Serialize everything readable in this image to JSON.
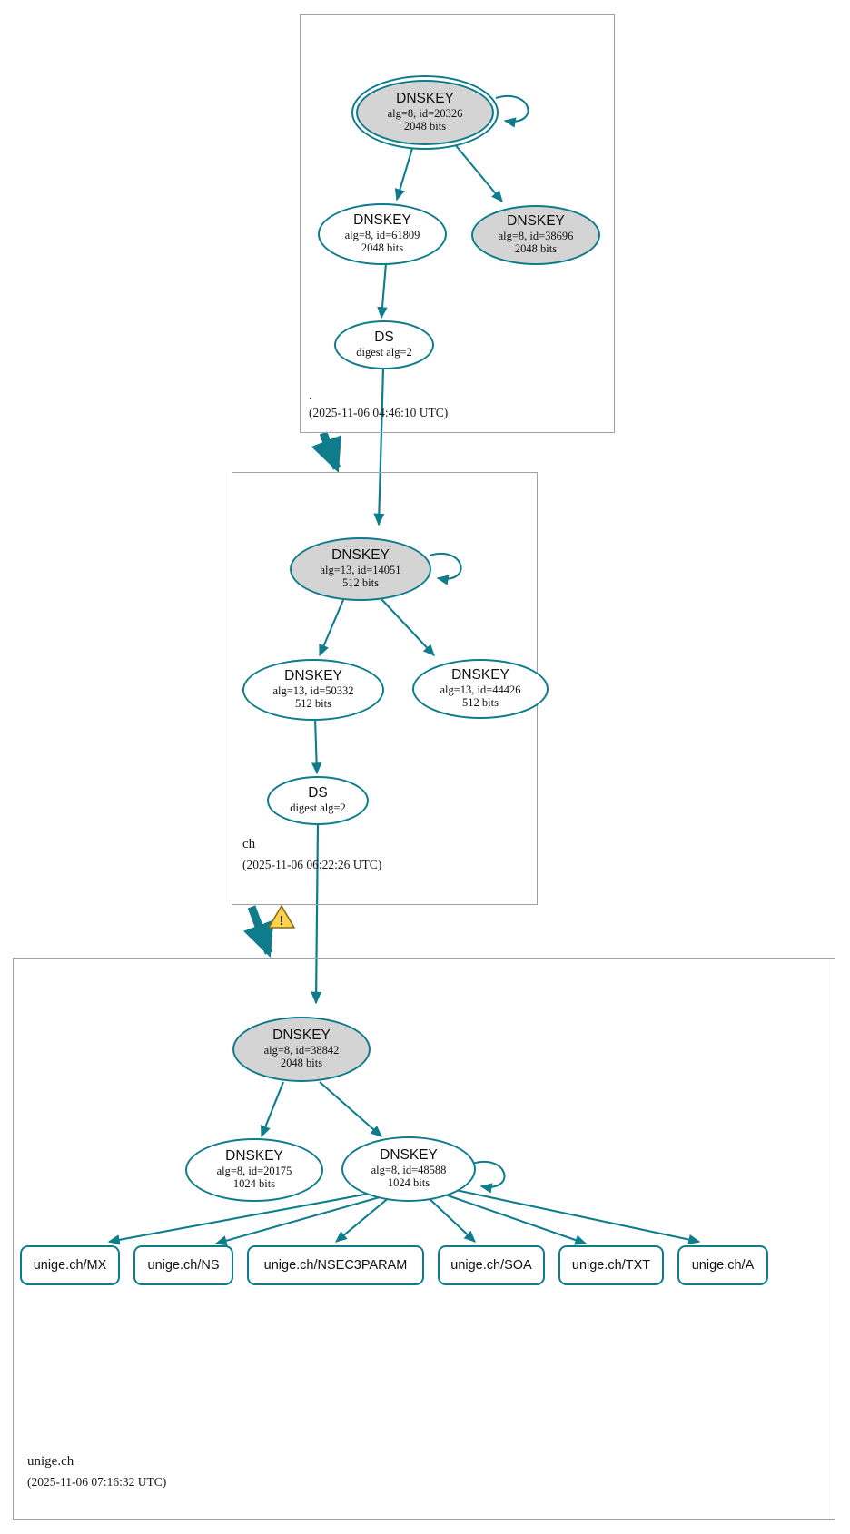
{
  "diagram": {
    "kind": "dnssec-authentication-chain",
    "colors": {
      "edge": "#0f7c8c",
      "node_border": "#0f7c8c",
      "node_fill_secure": "#d4d4d4",
      "node_fill_plain": "#ffffff",
      "zone_border": "#a0a0a0",
      "warning_fill": "#ffd24d",
      "warning_border": "#b8860b",
      "text": "#111111"
    }
  },
  "zones": [
    {
      "id": "root",
      "label": ".",
      "timestamp": "(2025-11-06 04:46:10 UTC)",
      "nodes": [
        {
          "id": "root-ksk-20326",
          "type": "DNSKEY",
          "title": "DNSKEY",
          "params": "alg=8, id=20326",
          "size": "2048 bits",
          "fill": "secure",
          "trust_anchor": true,
          "self_signed": true
        },
        {
          "id": "root-zsk-61809",
          "type": "DNSKEY",
          "title": "DNSKEY",
          "params": "alg=8, id=61809",
          "size": "2048 bits",
          "fill": "plain",
          "trust_anchor": false,
          "self_signed": false
        },
        {
          "id": "root-key-38696",
          "type": "DNSKEY",
          "title": "DNSKEY",
          "params": "alg=8, id=38696",
          "size": "2048 bits",
          "fill": "secure",
          "trust_anchor": false,
          "self_signed": false
        },
        {
          "id": "root-ds",
          "type": "DS",
          "title": "DS",
          "params": "digest alg=2",
          "size": "",
          "fill": "plain",
          "trust_anchor": false,
          "self_signed": false
        }
      ]
    },
    {
      "id": "ch",
      "label": "ch",
      "timestamp": "(2025-11-06 06:22:26 UTC)",
      "nodes": [
        {
          "id": "ch-ksk-14051",
          "type": "DNSKEY",
          "title": "DNSKEY",
          "params": "alg=13, id=14051",
          "size": "512 bits",
          "fill": "secure",
          "trust_anchor": false,
          "self_signed": true
        },
        {
          "id": "ch-zsk-50332",
          "type": "DNSKEY",
          "title": "DNSKEY",
          "params": "alg=13, id=50332",
          "size": "512 bits",
          "fill": "plain",
          "trust_anchor": false,
          "self_signed": false
        },
        {
          "id": "ch-zsk-44426",
          "type": "DNSKEY",
          "title": "DNSKEY",
          "params": "alg=13, id=44426",
          "size": "512 bits",
          "fill": "plain",
          "trust_anchor": false,
          "self_signed": false
        },
        {
          "id": "ch-ds",
          "type": "DS",
          "title": "DS",
          "params": "digest alg=2",
          "size": "",
          "fill": "plain",
          "trust_anchor": false,
          "self_signed": false
        }
      ]
    },
    {
      "id": "unige",
      "label": "unige.ch",
      "timestamp": "(2025-11-06 07:16:32 UTC)",
      "nodes": [
        {
          "id": "unige-ksk-38842",
          "type": "DNSKEY",
          "title": "DNSKEY",
          "params": "alg=8, id=38842",
          "size": "2048 bits",
          "fill": "secure",
          "trust_anchor": false,
          "self_signed": true
        },
        {
          "id": "unige-zsk-20175",
          "type": "DNSKEY",
          "title": "DNSKEY",
          "params": "alg=8, id=20175",
          "size": "1024 bits",
          "fill": "plain",
          "trust_anchor": false,
          "self_signed": false
        },
        {
          "id": "unige-zsk-48588",
          "type": "DNSKEY",
          "title": "DNSKEY",
          "params": "alg=8, id=48588",
          "size": "1024 bits",
          "fill": "plain",
          "trust_anchor": false,
          "self_signed": true
        }
      ],
      "rrsets": [
        {
          "id": "rr-mx",
          "label": "unige.ch/MX"
        },
        {
          "id": "rr-ns",
          "label": "unige.ch/NS"
        },
        {
          "id": "rr-nsec3param",
          "label": "unige.ch/NSEC3PARAM"
        },
        {
          "id": "rr-soa",
          "label": "unige.ch/SOA"
        },
        {
          "id": "rr-txt",
          "label": "unige.ch/TXT"
        },
        {
          "id": "rr-a",
          "label": "unige.ch/A"
        }
      ]
    }
  ],
  "warnings": [
    {
      "id": "delegation-warning-ch-unige",
      "glyph": "!",
      "icon": "warning-triangle-icon"
    }
  ]
}
